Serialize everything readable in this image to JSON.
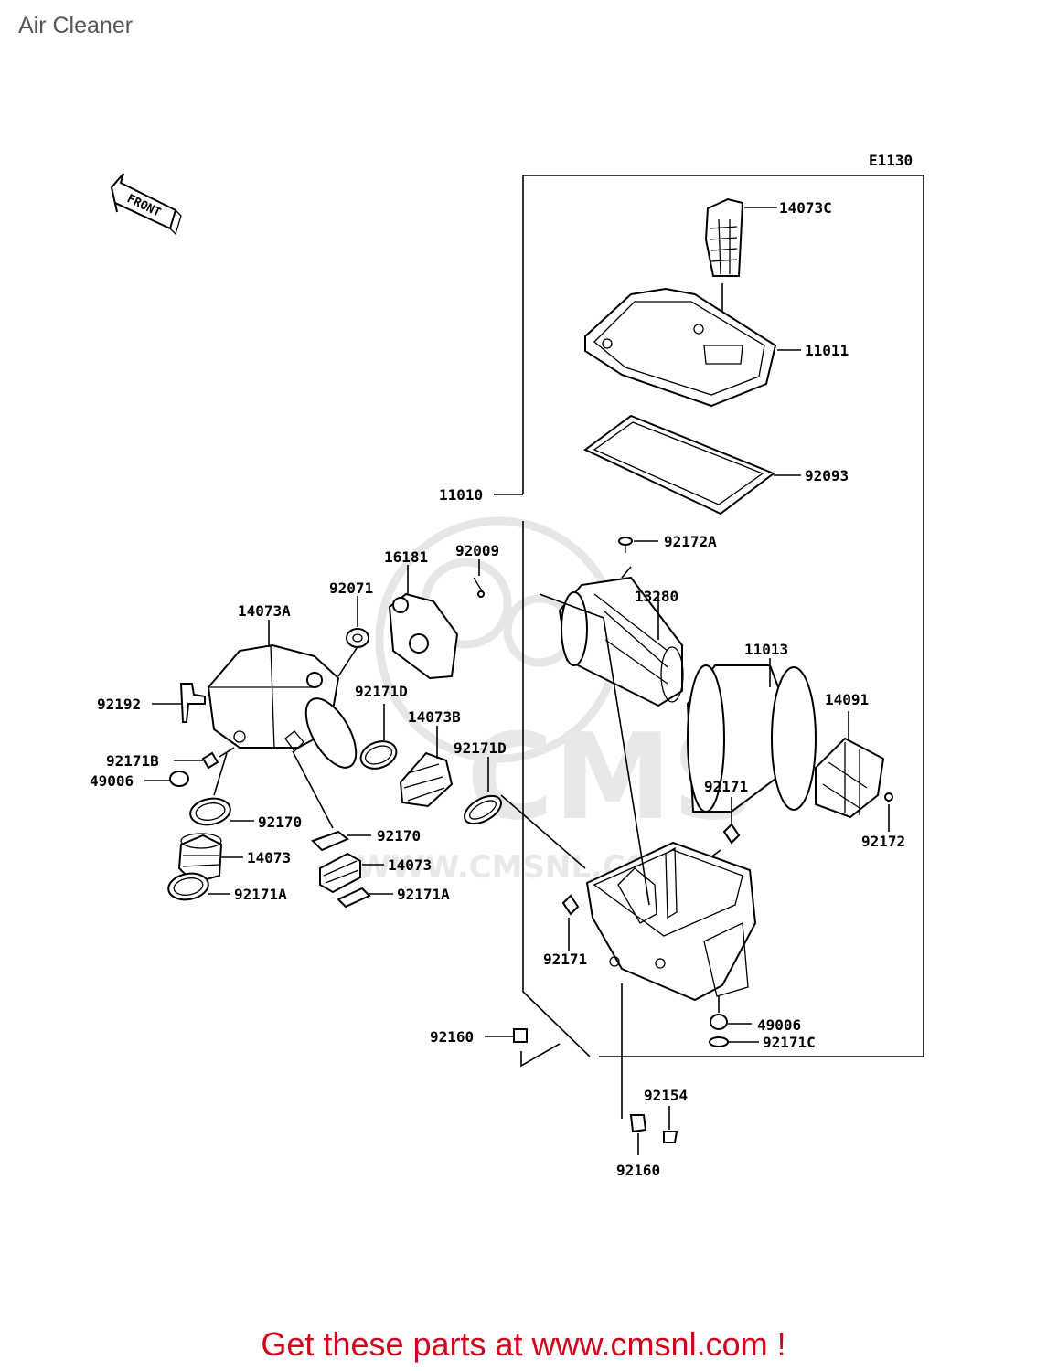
{
  "page": {
    "title": "Air Cleaner",
    "footer": "Get these parts at www.cmsnl.com !"
  },
  "diagram": {
    "code": "E1130",
    "front_label": "FRONT",
    "watermark": "CMS",
    "watermark_url": "WWW.CMSNL.COM",
    "parts": {
      "p14073C": "14073C",
      "p11011": "11011",
      "p92093": "92093",
      "p11010": "11010",
      "p92172A": "92172A",
      "p13280": "13280",
      "p11013": "11013",
      "p14091": "14091",
      "p92172": "92172",
      "p92171_r": "92171",
      "p92171_l": "92171",
      "p49006_r": "49006",
      "p92171C": "92171C",
      "p92160_a": "92160",
      "p92154": "92154",
      "p92160_b": "92160",
      "p16181": "16181",
      "p92009": "92009",
      "p92071": "92071",
      "p14073A": "14073A",
      "p92192": "92192",
      "p92171D_a": "92171D",
      "p14073B": "14073B",
      "p92171D_b": "92171D",
      "p92171B": "92171B",
      "p49006_l": "49006",
      "p92170_a": "92170",
      "p92170_b": "92170",
      "p14073_a": "14073",
      "p14073_b": "14073",
      "p92171A_a": "92171A",
      "p92171A_b": "92171A"
    }
  }
}
